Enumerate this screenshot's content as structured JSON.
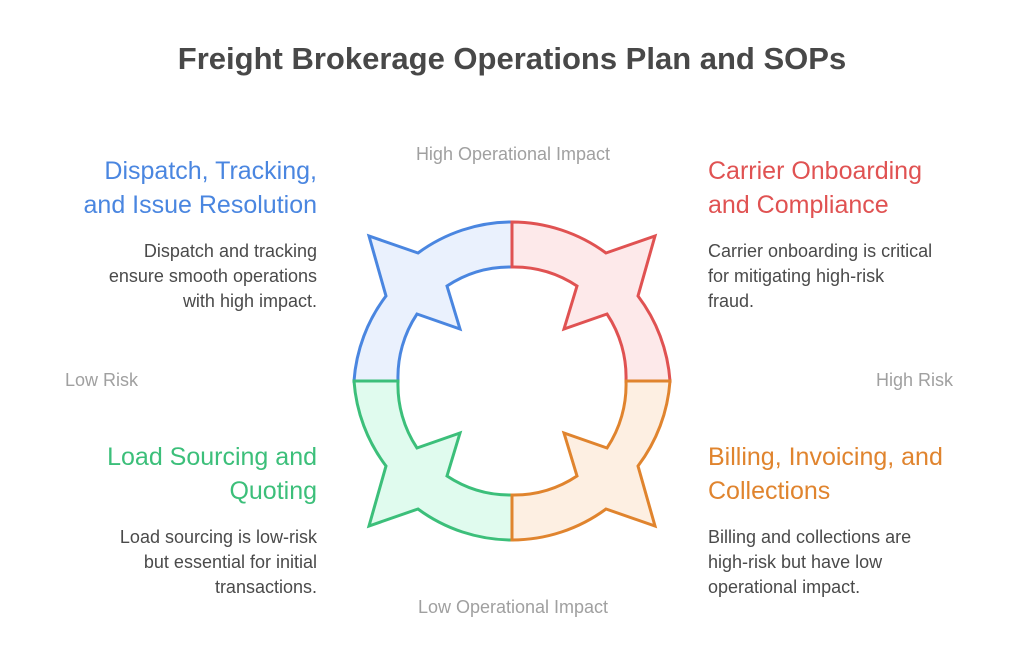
{
  "title": "Freight Brokerage Operations Plan and SOPs",
  "axes": {
    "top": "High Operational Impact",
    "bottom": "Low Operational Impact",
    "left": "Low Risk",
    "right": "High Risk"
  },
  "quadrants": {
    "top_left": {
      "title_line1": "Dispatch, Tracking,",
      "title_line2": "and Issue Resolution",
      "desc_line1": "Dispatch and tracking",
      "desc_line2": "ensure smooth operations",
      "desc_line3": "with high impact.",
      "color": "#4a86e0",
      "fill": "#eaf1fd"
    },
    "top_right": {
      "title_line1": "Carrier Onboarding",
      "title_line2": "and Compliance",
      "desc_line1": "Carrier onboarding is critical",
      "desc_line2": "for mitigating high-risk",
      "desc_line3": "fraud.",
      "color": "#e05252",
      "fill": "#fde9ea"
    },
    "bottom_left": {
      "title_line1": "Load Sourcing and",
      "title_line2": "Quoting",
      "desc_line1": "Load sourcing is low-risk",
      "desc_line2": "but essential for initial",
      "desc_line3": "transactions.",
      "color": "#3cbf7a",
      "fill": "#e0fbee"
    },
    "bottom_right": {
      "title_line1": "Billing, Invoicing, and",
      "title_line2": "Collections",
      "desc_line1": "Billing and collections are",
      "desc_line2": "high-risk but have low",
      "desc_line3": "operational impact.",
      "color": "#e0842e",
      "fill": "#fdefe2"
    }
  }
}
